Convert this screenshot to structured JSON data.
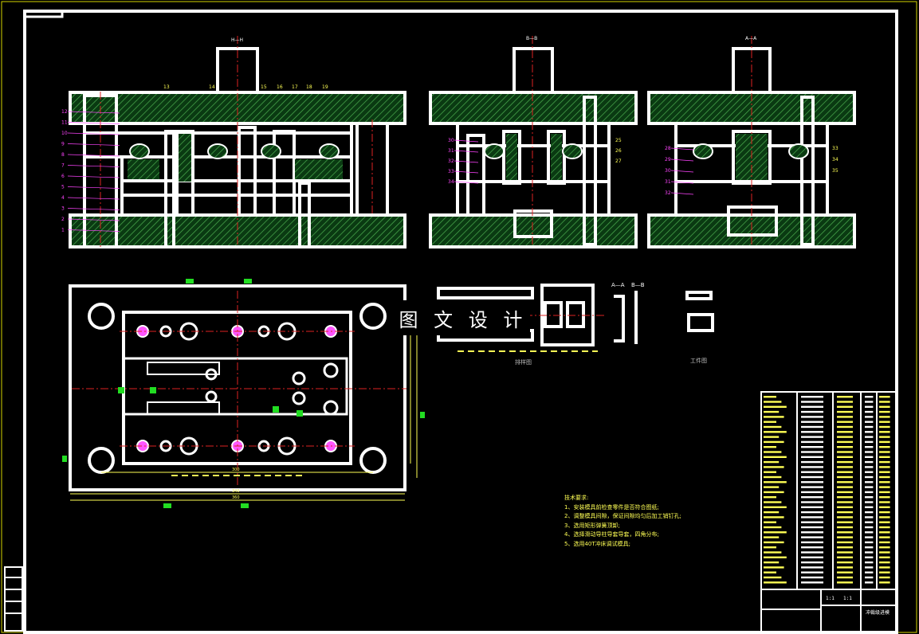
{
  "watermark": "图 文 设 计",
  "views": {
    "hh": "H—H",
    "bb": "B—B",
    "aa": "A—A"
  },
  "tech_requirements": {
    "heading": "技术要求:",
    "items": [
      "1、安装模具前检查零件是否符合图纸;",
      "2、调整模具间隙，保证间隙均匀后加工销钉孔;",
      "3、选用矩形弹簧顶卸;",
      "4、选择滑动导柱导套导套，四角分布;",
      "5、选用40T冲床调试模具;"
    ]
  },
  "captions": {
    "strip": "排样图",
    "part": "工件图",
    "strip_aa": "A—A",
    "strip_bb": "B—B"
  },
  "left_numbers": [
    "12",
    "11",
    "10",
    "9",
    "8",
    "7",
    "6",
    "5",
    "4",
    "3",
    "2",
    "1"
  ],
  "top_numbers": [
    "13",
    "14",
    "15",
    "16",
    "17",
    "18",
    "19"
  ],
  "bb_left": [
    "30",
    "31",
    "32",
    "33",
    "34"
  ],
  "bb_right": [
    "25",
    "26",
    "27"
  ],
  "aa_left": [
    "28",
    "29",
    "30",
    "31",
    "32"
  ],
  "aa_right": [
    "33",
    "34",
    "35"
  ],
  "dims": {
    "plan_width_inner": "300",
    "plan_width_outer": "340",
    "plan_width_total": "360"
  },
  "title_block": {
    "scale": "1:1",
    "ratio": "1:1",
    "name": "冲裁级进模"
  }
}
